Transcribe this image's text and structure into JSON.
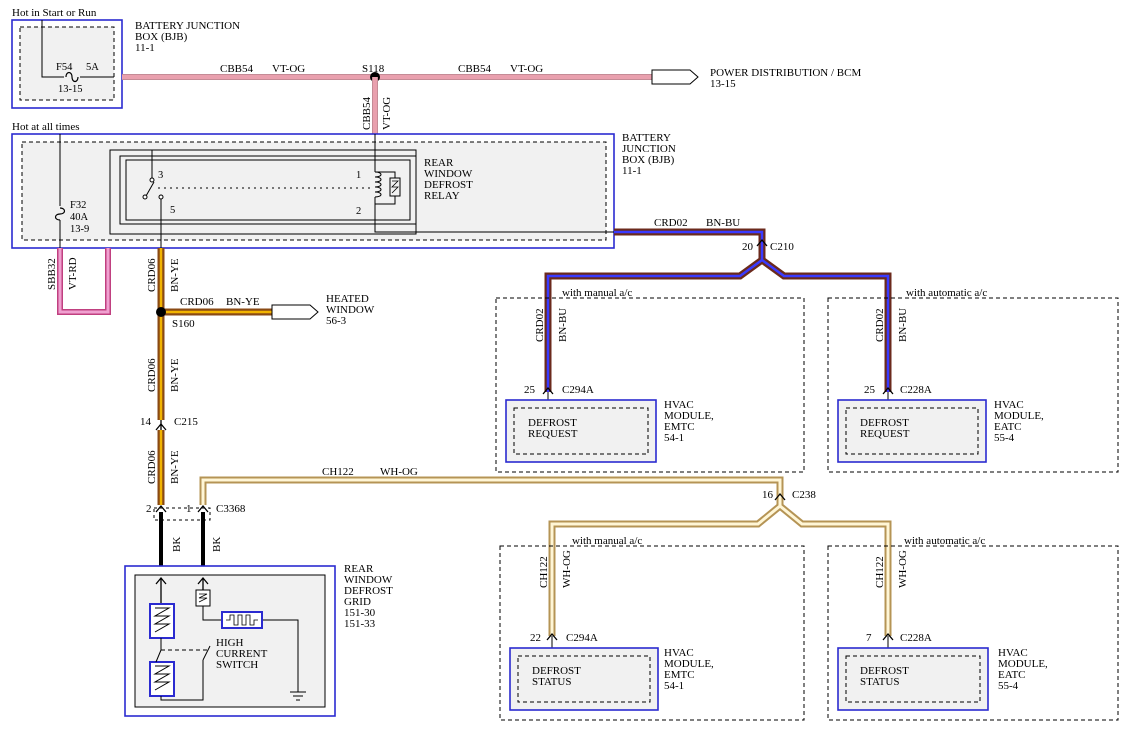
{
  "colors": {
    "wire_vt_og": "#e9a0ae",
    "wire_vt_rd": "#e060a0",
    "wire_bn_ye": "#8a4a14",
    "wire_bn_ye_stripe": "#f2b400",
    "wire_bn_bu": "#6b2a1c",
    "wire_bn_bu_stripe": "#3a3aff",
    "wire_wh_og": "#f3cf8a",
    "module_border": "#2b2bd0",
    "module_fill": "#f1f1f1"
  },
  "top": {
    "hot_label": "Hot in Start or Run",
    "bjb1_title": [
      "BATTERY JUNCTION",
      "BOX (BJB)",
      "11-1"
    ],
    "fuse_f54": "F54",
    "fuse_f54_rating": "5A",
    "fuse_f54_ref": "13-15",
    "wire_left_code": "CBB54",
    "wire_left_color": "VT-OG",
    "splice_s118": "S118",
    "wire_right_code": "CBB54",
    "wire_right_color": "VT-OG",
    "vert_code": "CBB54",
    "vert_color": "VT-OG",
    "power_dist": [
      "POWER DISTRIBUTION / BCM",
      "13-15"
    ]
  },
  "bjb2": {
    "hot_label": "Hot at all times",
    "title": [
      "BATTERY",
      "JUNCTION",
      "BOX (BJB)",
      "11-1"
    ],
    "fuse_f32": "F32",
    "fuse_f32_rating": "40A",
    "fuse_f32_ref": "13-9",
    "relay_title": [
      "REAR",
      "WINDOW",
      "DEFROST",
      "RELAY"
    ],
    "pin_3": "3",
    "pin_5": "5",
    "pin_1": "1",
    "pin_2": "2",
    "sbb32_code": "SBB32",
    "sbb32_color": "VT-RD"
  },
  "crd02": {
    "code": "CRD02",
    "color": "BN-BU",
    "conn_pin": "20",
    "conn": "C210",
    "manual_label": "with manual a/c",
    "auto_label": "with automatic a/c",
    "left_code": "CRD02",
    "left_color": "BN-BU",
    "right_code": "CRD02",
    "right_color": "BN-BU",
    "left_pin": "25",
    "left_conn": "C294A",
    "right_pin": "25",
    "right_conn": "C228A",
    "left_box": "DEFROST",
    "left_box2": "REQUEST",
    "right_box": "DEFROST",
    "right_box2": "REQUEST",
    "left_module": [
      "HVAC",
      "MODULE,",
      "EMTC",
      "54-1"
    ],
    "right_module": [
      "HVAC",
      "MODULE,",
      "EATC",
      "55-4"
    ]
  },
  "crd06": {
    "code": "CRD06",
    "color": "BN-YE",
    "splice": "S160",
    "branch_code": "CRD06",
    "branch_color": "BN-YE",
    "heated_window": [
      "HEATED",
      "WINDOW",
      "56-3"
    ],
    "lower_code": "CRD06",
    "lower_color": "BN-YE",
    "c215_pin": "14",
    "c215": "C215",
    "bottom_code": "CRD06",
    "bottom_color": "BN-YE"
  },
  "ch122": {
    "code": "CH122",
    "color": "WH-OG",
    "conn_pin": "16",
    "conn": "C238",
    "manual_label": "with manual a/c",
    "auto_label": "with automatic a/c",
    "left_code": "CH122",
    "left_color": "WH-OG",
    "right_code": "CH122",
    "right_color": "WH-OG",
    "left_pin": "22",
    "left_conn": "C294A",
    "right_pin": "7",
    "right_conn": "C228A",
    "left_box": "DEFROST",
    "left_box2": "STATUS",
    "right_box": "DEFROST",
    "right_box2": "STATUS",
    "left_module": [
      "HVAC",
      "MODULE,",
      "EMTC",
      "54-1"
    ],
    "right_module": [
      "HVAC",
      "MODULE,",
      "EATC",
      "55-4"
    ]
  },
  "grid": {
    "c3368_pin_2": "2",
    "c3368_pin_1": "1",
    "c3368": "C3368",
    "bk_left": "BK",
    "bk_right": "BK",
    "title": [
      "REAR",
      "WINDOW",
      "DEFROST",
      "GRID",
      "151-30",
      "151-33"
    ],
    "switch_label": [
      "HIGH",
      "CURRENT",
      "SWITCH"
    ]
  }
}
